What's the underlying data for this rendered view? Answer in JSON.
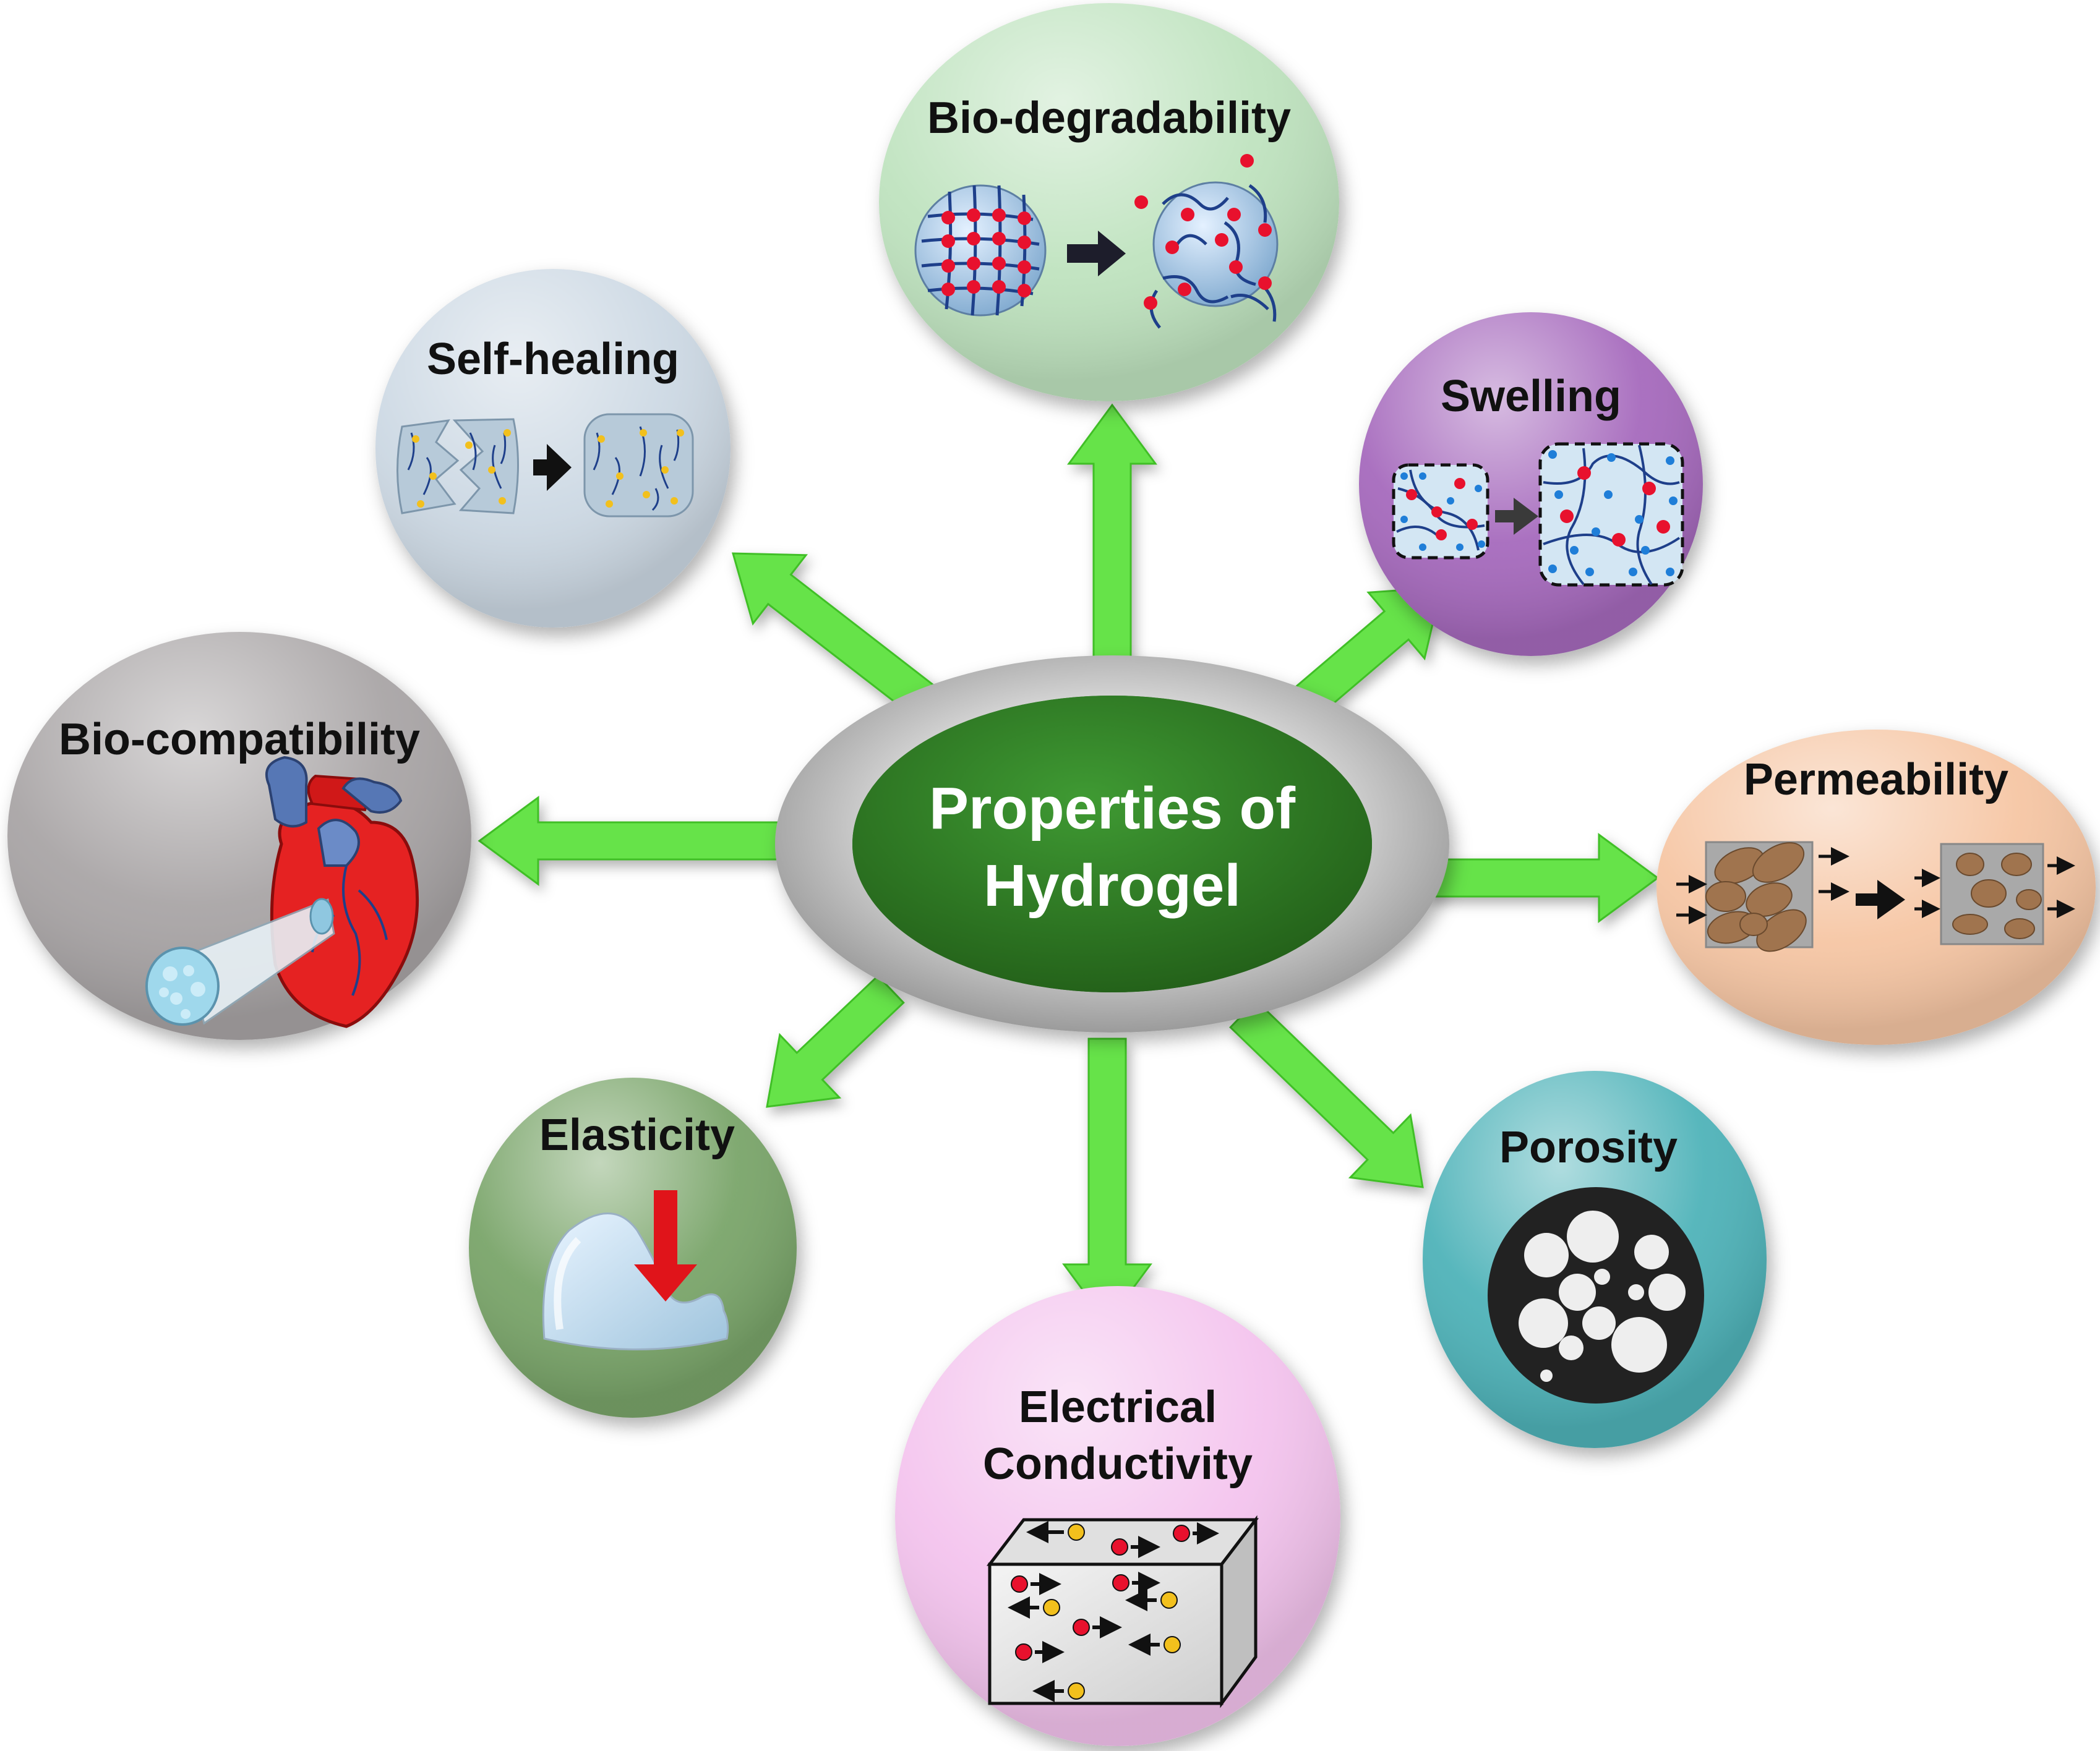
{
  "center": {
    "line1": "Properties of",
    "line2": "Hydrogel"
  },
  "nodes": {
    "biodegradability": {
      "label": "Bio-degradability",
      "color": "#bfe3bf"
    },
    "swelling": {
      "label": "Swelling",
      "color": "#a66bbd"
    },
    "permeability": {
      "label": "Permeability",
      "color": "#f6c6a4"
    },
    "porosity": {
      "label": "Porosity",
      "color": "#4fb3b9"
    },
    "electrical": {
      "label_line1": "Electrical",
      "label_line2": "Conductivity",
      "color": "#f4c4ee"
    },
    "elasticity": {
      "label": "Elasticity",
      "color": "#7aa56a"
    },
    "biocompatibility": {
      "label": "Bio-compatibility",
      "color": "#a9a5a6"
    },
    "selfhealing": {
      "label": "Self-healing",
      "color": "#cdd9e4"
    }
  },
  "colors": {
    "arrow": "#66e34a",
    "hub_green": "#2f7a23",
    "hub_ring": "#bdbdbd"
  }
}
